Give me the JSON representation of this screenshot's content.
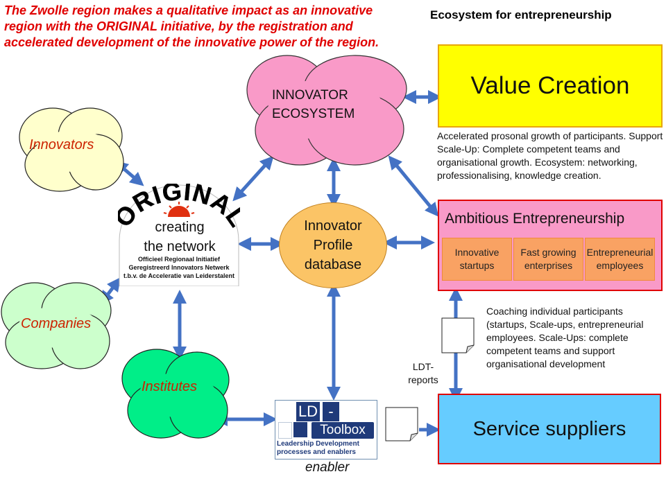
{
  "headline": "The Zwolle region makes a qualitative impact as an innovative region with the ORIGINAL initiative, by the registration and accelerated development of the innovative power of the region.",
  "title": "Ecosystem for entrepreneurship",
  "clouds": {
    "innovators": "Innovators",
    "companies": "Companies",
    "institutes": "Institutes",
    "ecosystem_line1": "INNOVATOR",
    "ecosystem_line2": "ECOSYSTEM"
  },
  "original_logo": {
    "arc_text": "ORIGINAL",
    "tagline_line1": "creating",
    "tagline_line2": "the network",
    "subtext_line1": "Officieel Regionaal Initiatief",
    "subtext_line2": "Geregistreerd Innovators Netwerk",
    "subtext_line3": "t.b.v. de Acceleratie van Leiderstalent"
  },
  "database": {
    "line1": "Innovator",
    "line2": "Profile",
    "line3": "database"
  },
  "value_creation": {
    "title": "Value Creation",
    "description": "Accelerated prosonal growth of participants. Support Scale-Up: Complete competent teams and organisational growth. Ecosystem: networking, professionalising, knowledge creation."
  },
  "ambitious": {
    "title": "Ambitious Entrepreneurship",
    "items": [
      "Innovative startups",
      "Fast growing enterprises",
      "Entrepreneurial employees"
    ]
  },
  "coaching_text": "Coaching individual participants (startups, Scale-ups, entrepreneurial employees. Scale-Ups: complete competent teams and support organisational development",
  "ldt_reports": "LDT-reports",
  "service_suppliers": "Service suppliers",
  "toolbox": {
    "ld": "LD",
    "dash": "-",
    "toolbox": "Toolbox",
    "caption_line1": "Leadership Development",
    "caption_line2": "processes and enablers"
  },
  "enabler": "enabler",
  "colors": {
    "arrow": "#4472c4",
    "headline": "#e00000",
    "value_creation_fill": "#ffff00",
    "ambitious_fill": "#f99ac8",
    "service_fill": "#66ccff",
    "ecosystem_cloud": "#f99ac8",
    "innovators_cloud": "#ffffcc",
    "companies_cloud": "#ccffcc",
    "institutes_cloud": "#00ee88",
    "database_fill": "#fbc466"
  }
}
